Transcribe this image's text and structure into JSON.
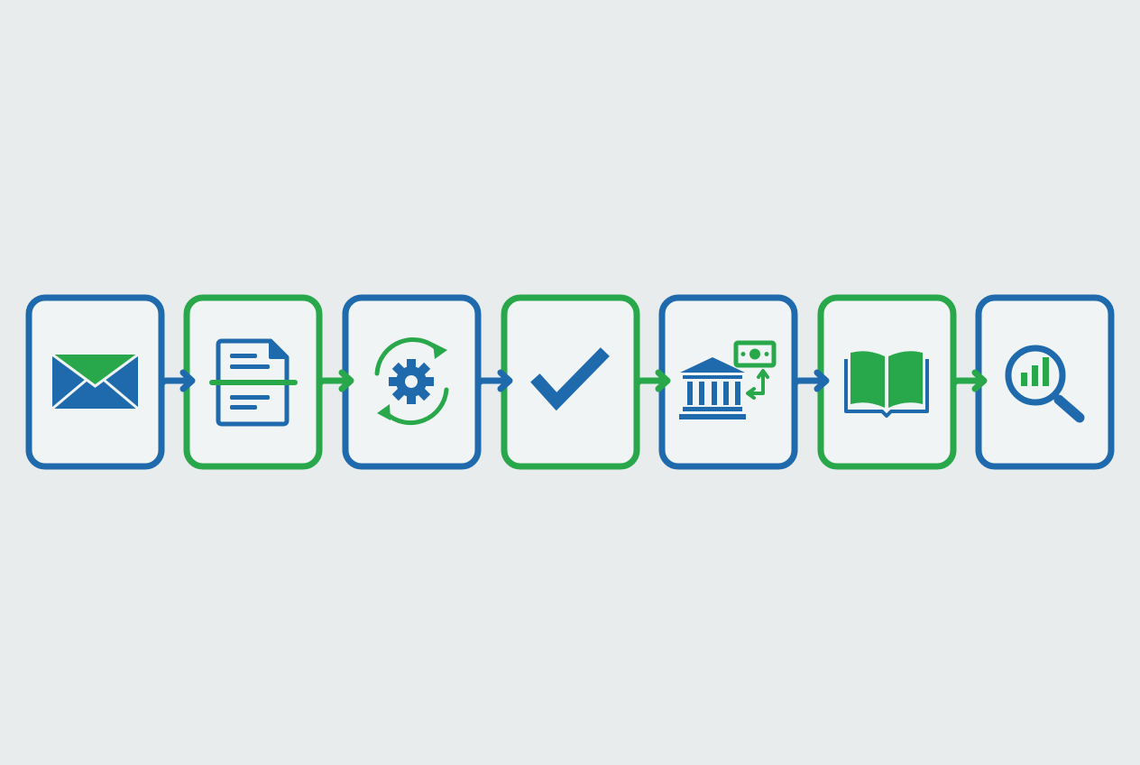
{
  "colors": {
    "background": "#e8ecec",
    "blue": "#1e6aad",
    "green": "#29a84b",
    "white_fill": "#f1f4f4"
  },
  "flow": {
    "steps": [
      {
        "icon": "envelope-icon",
        "border": "blue"
      },
      {
        "icon": "document-scan-icon",
        "border": "green"
      },
      {
        "icon": "gear-cycle-icon",
        "border": "blue"
      },
      {
        "icon": "checkmark-icon",
        "border": "green"
      },
      {
        "icon": "bank-money-transfer-icon",
        "border": "blue"
      },
      {
        "icon": "open-book-icon",
        "border": "green"
      },
      {
        "icon": "magnifier-chart-icon",
        "border": "blue"
      }
    ],
    "connectors": [
      {
        "from": 1,
        "to": 2,
        "color": "blue"
      },
      {
        "from": 2,
        "to": 3,
        "color": "green"
      },
      {
        "from": 3,
        "to": 4,
        "color": "blue"
      },
      {
        "from": 4,
        "to": 5,
        "color": "green"
      },
      {
        "from": 5,
        "to": 6,
        "color": "blue"
      },
      {
        "from": 6,
        "to": 7,
        "color": "green"
      }
    ]
  }
}
